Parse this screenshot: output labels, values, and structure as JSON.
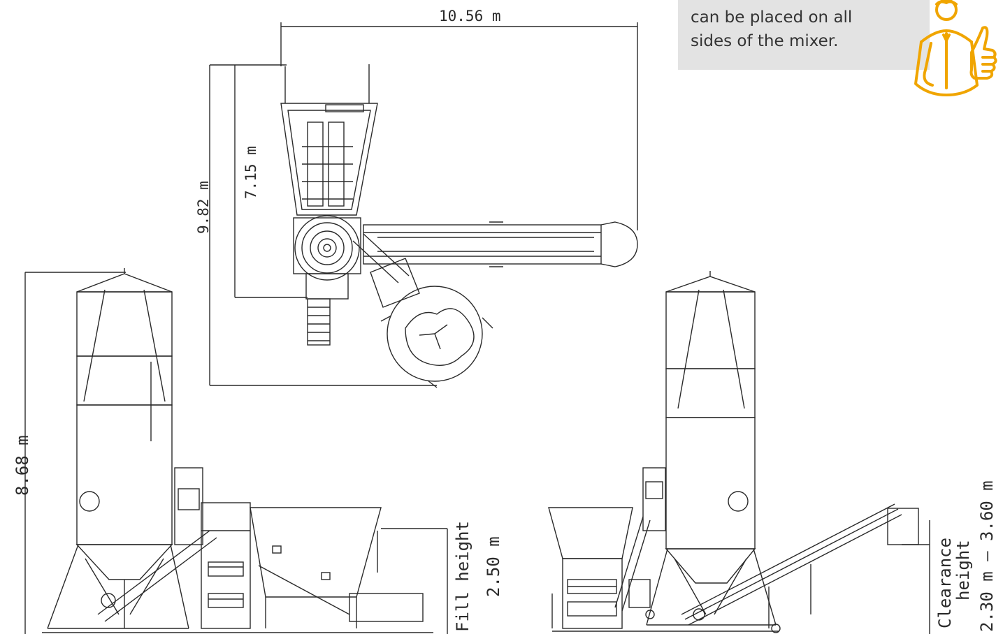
{
  "note": {
    "lines": [
      "can be placed on all",
      "sides of the mixer."
    ]
  },
  "dimensions": {
    "top_width": "10.56  m",
    "top_depth_total": "9.82  m",
    "top_depth_inner": "7.15  m",
    "total_height": "8.68  m",
    "fill_height_label": "Fill  height",
    "fill_height_value": "2.50  m",
    "clearance_label": "Clearance",
    "clearance_label2": "height",
    "clearance_value": "2.30  m  –  3.60  m"
  },
  "colors": {
    "line": "#2a2a2a",
    "mascot": "#f0a500",
    "note_bg": "#e3e3e3"
  },
  "icons": [
    "thumbs-up-mascot-icon"
  ]
}
